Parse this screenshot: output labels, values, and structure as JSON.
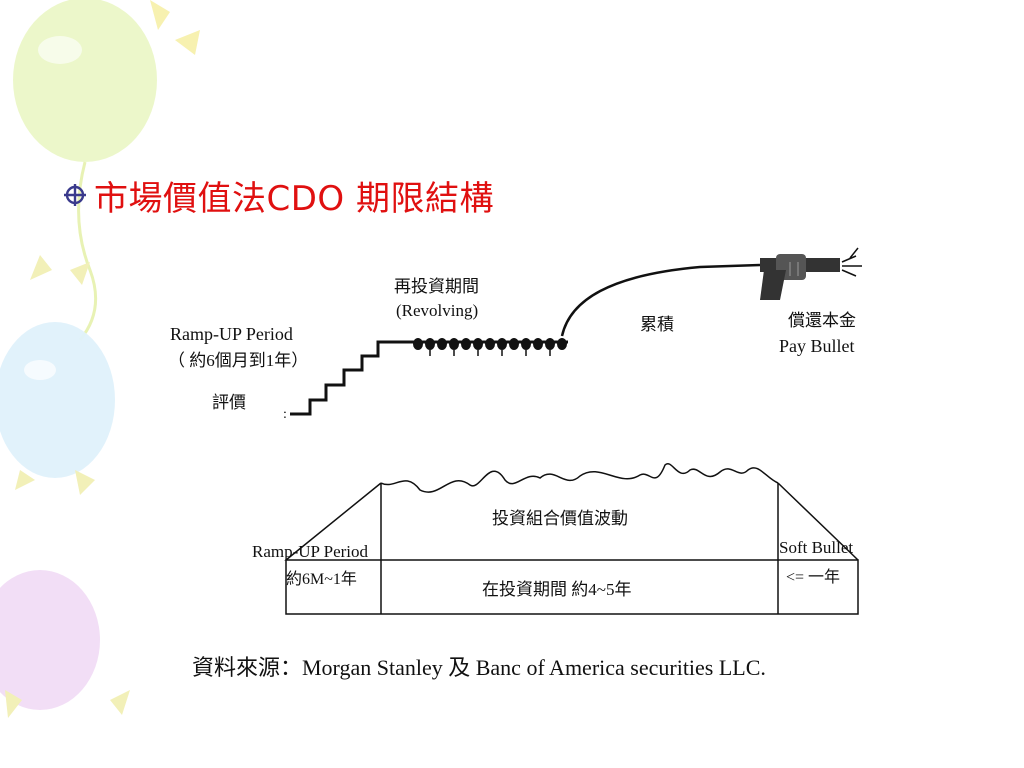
{
  "slide": {
    "title": "市場價值法CDO 期限結構",
    "bullet_icon": "circled-cross-bullet-icon",
    "accent_color": "#e01010"
  },
  "diagram": {
    "ramp_up_title": "Ramp-UP Period",
    "ramp_up_sub": "（ 約6個月到1年）",
    "valuation": "評價",
    "revolving_cn": "再投資期間",
    "revolving_en": "(Revolving)",
    "accumulate": "累積",
    "repay_cn": "償還本金",
    "repay_en": "Pay Bullet",
    "gun_icon": "revolver-gun-icon",
    "portfolio_fluctuation": "投資組合價值波動",
    "ramp_up_bottom": "Ramp-UP Period",
    "ramp_up_bottom_sub": "約6M~1年",
    "reinvest_period": "在投資期間 約4~5年",
    "soft_bullet": "Soft Bullet",
    "soft_bullet_sub": "<= 一年"
  },
  "source": "資料來源：Morgan Stanley  及  Banc of America securities LLC."
}
